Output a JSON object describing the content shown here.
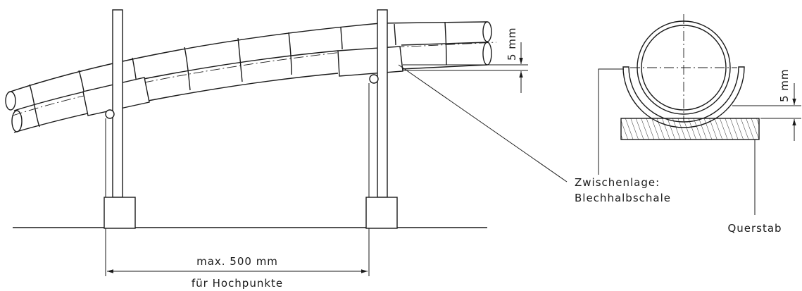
{
  "labels": {
    "dim_left_gap": "5 mm",
    "dim_right_gap": "5 mm",
    "span_dimension": "max. 500 mm",
    "span_caption": "für Hochpunkte",
    "interlayer_line1": "Zwischenlage:",
    "interlayer_line2": "Blechhalbschale",
    "crossbar": "Querstab"
  }
}
